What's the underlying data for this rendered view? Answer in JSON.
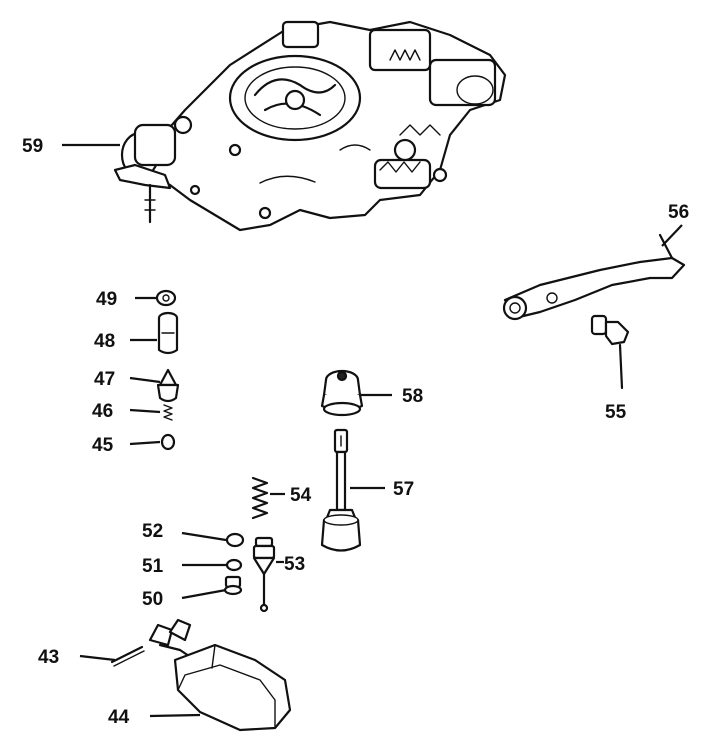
{
  "callouts": [
    {
      "id": "59",
      "label": "59"
    },
    {
      "id": "56",
      "label": "56"
    },
    {
      "id": "55",
      "label": "55"
    },
    {
      "id": "49",
      "label": "49"
    },
    {
      "id": "48",
      "label": "48"
    },
    {
      "id": "47",
      "label": "47"
    },
    {
      "id": "46",
      "label": "46"
    },
    {
      "id": "45",
      "label": "45"
    },
    {
      "id": "58",
      "label": "58"
    },
    {
      "id": "57",
      "label": "57"
    },
    {
      "id": "54",
      "label": "54"
    },
    {
      "id": "52",
      "label": "52"
    },
    {
      "id": "51",
      "label": "51"
    },
    {
      "id": "53",
      "label": "53"
    },
    {
      "id": "50",
      "label": "50"
    },
    {
      "id": "43",
      "label": "43"
    },
    {
      "id": "44",
      "label": "44"
    }
  ]
}
